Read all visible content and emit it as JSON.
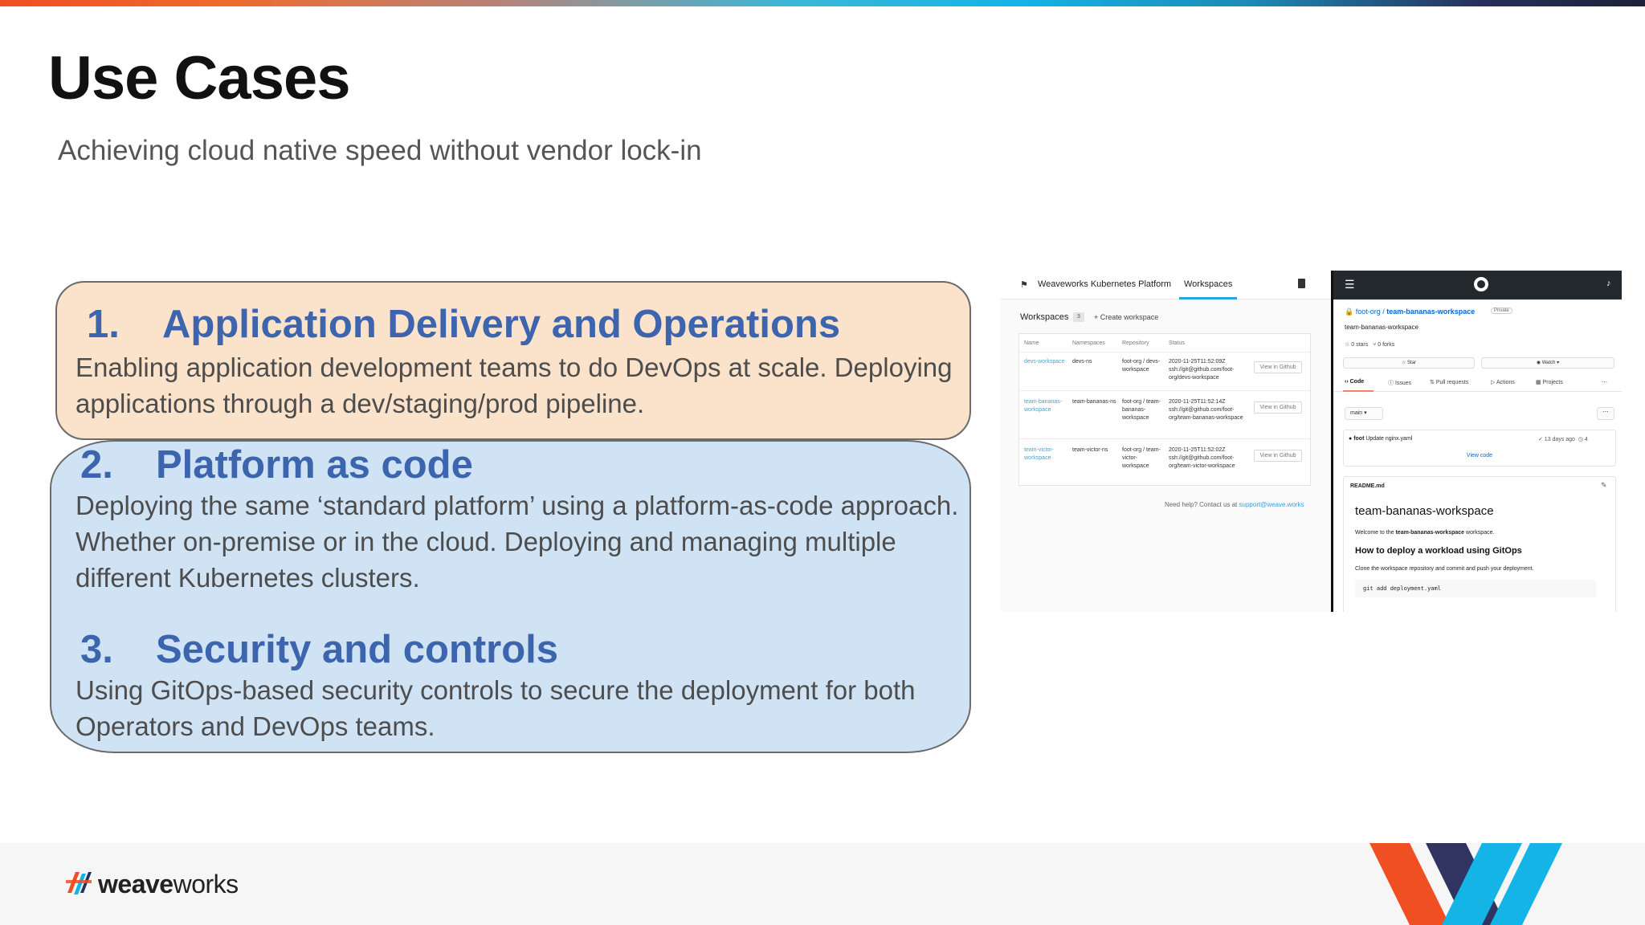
{
  "slide": {
    "title": "Use Cases",
    "subtitle": "Achieving cloud native speed without vendor lock-in"
  },
  "items": [
    {
      "number": "1.",
      "heading": "Application Delivery and Operations",
      "body": "Enabling application development teams to do DevOps at scale. Deploying applications through a dev/staging/prod pipeline."
    },
    {
      "number": "2.",
      "heading": "Platform as code",
      "body": "Deploying the same ‘standard platform’ using a platform-as-code approach. Whether on-premise or in the cloud. Deploying and managing multiple different Kubernetes clusters."
    },
    {
      "number": "3.",
      "heading": "Security and controls",
      "body": "Using GitOps-based security controls to secure the deployment for both Operators and DevOps teams."
    }
  ],
  "wkp": {
    "app_name": "Weaveworks Kubernetes Platform",
    "tab": "Workspaces",
    "section_title": "Workspaces",
    "count": "3",
    "create_label": "+ Create workspace",
    "columns": [
      "Name",
      "Namespaces",
      "Repository",
      "Status"
    ],
    "rows": [
      {
        "name": "devs-workspace",
        "namespace": "devs-ns",
        "repo": "foot-org / devs-workspace",
        "status": "2020-11-25T11:52:09Z ssh://git@github.com/foot-org/devs-workspace",
        "action": "View in Github"
      },
      {
        "name": "team-bananas-workspace",
        "namespace": "team-bananas-ns",
        "repo": "foot-org / team-bananas-workspace",
        "status": "2020-11-25T11:52:14Z ssh://git@github.com/foot-org/team-bananas-workspace",
        "action": "View in Github"
      },
      {
        "name": "team-victor-workspace",
        "namespace": "team-victor-ns",
        "repo": "foot-org / team-victor-workspace",
        "status": "2020-11-25T11:52:02Z ssh://git@github.com/foot-org/team-victor-workspace",
        "action": "View in Github"
      }
    ],
    "help_text": "Need help? Contact us at",
    "help_link": "support@weave.works"
  },
  "github": {
    "org": "foot-org",
    "repo": "team-bananas-workspace",
    "visibility": "Private",
    "repo_name_line": "team-bananas-workspace",
    "stars": "0 stars",
    "forks": "0 forks",
    "star_button": "☆ Star",
    "watch_button": "◉ Watch ▾",
    "tabs": [
      "Code",
      "Issues",
      "Pull requests",
      "Actions",
      "Projects"
    ],
    "branch": "main ▾",
    "commit_author": "foot",
    "commit_message": "Update nginx.yaml",
    "commit_time": "✓ 13 days ago",
    "commit_count": "4",
    "view_code": "View code",
    "readme_file": "README.md",
    "readme_title": "team-bananas-workspace",
    "readme_welcome_pre": "Welcome to the",
    "readme_welcome_name": "team-bananas-workspace",
    "readme_welcome_post": "workspace.",
    "readme_h2": "How to deploy a workload using GitOps",
    "readme_p": "Clone the workspace repository and commit and push your deployment.",
    "readme_code": "git add deployment.yaml"
  },
  "footer": {
    "brand_bold": "weave",
    "brand_regular": "works"
  },
  "colors": {
    "heading_blue": "#3c65ae",
    "box1_bg": "#fbe2ca",
    "box2_bg": "#d0e3f5",
    "accent_orange": "#f04e23",
    "accent_cyan": "#14b4e7",
    "accent_navy": "#27305b"
  }
}
